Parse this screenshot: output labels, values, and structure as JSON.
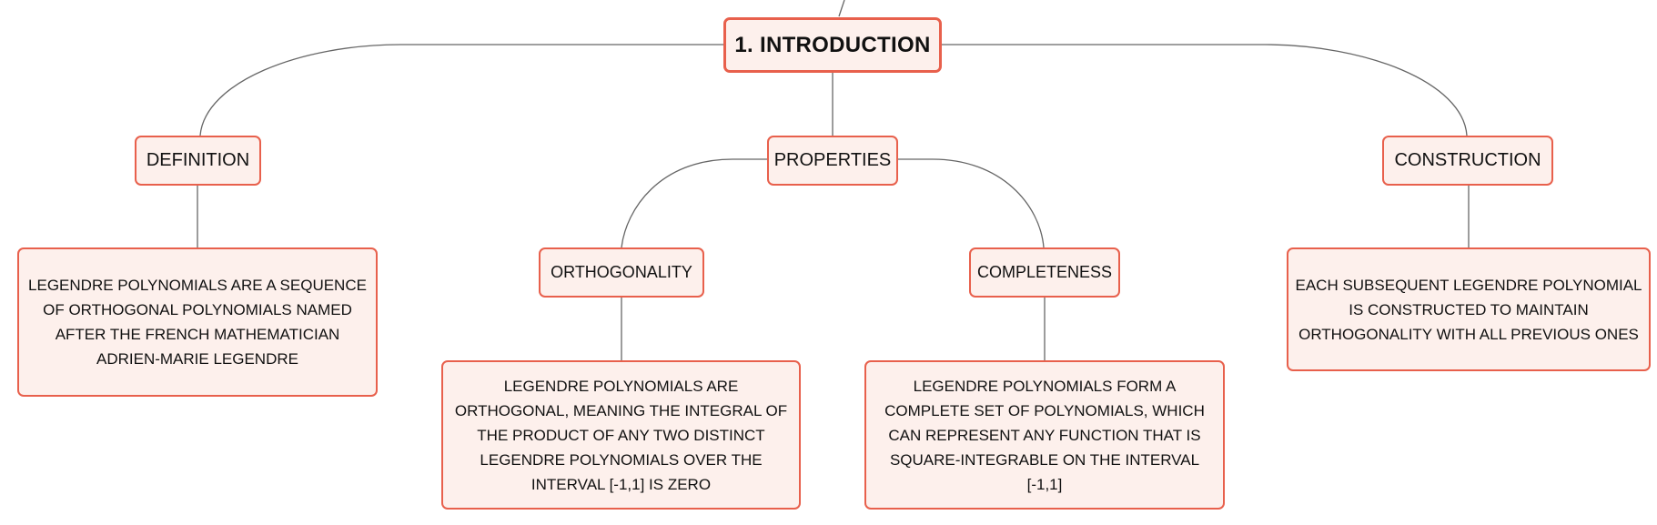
{
  "diagram": {
    "root": {
      "label": "1. INTRODUCTION"
    },
    "definition": {
      "label": "DEFINITION",
      "detail": "LEGENDRE POLYNOMIALS ARE A SEQUENCE OF ORTHOGONAL POLYNOMIALS NAMED AFTER THE FRENCH MATHEMATICIAN ADRIEN-MARIE LEGENDRE"
    },
    "properties": {
      "label": "PROPERTIES",
      "orthogonality": {
        "label": "ORTHOGONALITY",
        "detail": "LEGENDRE POLYNOMIALS ARE ORTHOGONAL, MEANING THE INTEGRAL OF THE PRODUCT OF ANY TWO DISTINCT LEGENDRE POLYNOMIALS OVER THE INTERVAL [-1,1] IS ZERO"
      },
      "completeness": {
        "label": "COMPLETENESS",
        "detail": "LEGENDRE POLYNOMIALS FORM A COMPLETE SET OF POLYNOMIALS, WHICH CAN REPRESENT ANY FUNCTION THAT IS SQUARE-INTEGRABLE ON THE INTERVAL [-1,1]"
      }
    },
    "construction": {
      "label": "CONSTRUCTION",
      "detail": "EACH SUBSEQUENT LEGENDRE POLYNOMIAL IS CONSTRUCTED TO MAINTAIN ORTHOGONALITY WITH ALL PREVIOUS ONES"
    }
  },
  "colors": {
    "node_border": "#e8604c",
    "node_fill": "#fdf0ec",
    "connector": "#666666"
  }
}
